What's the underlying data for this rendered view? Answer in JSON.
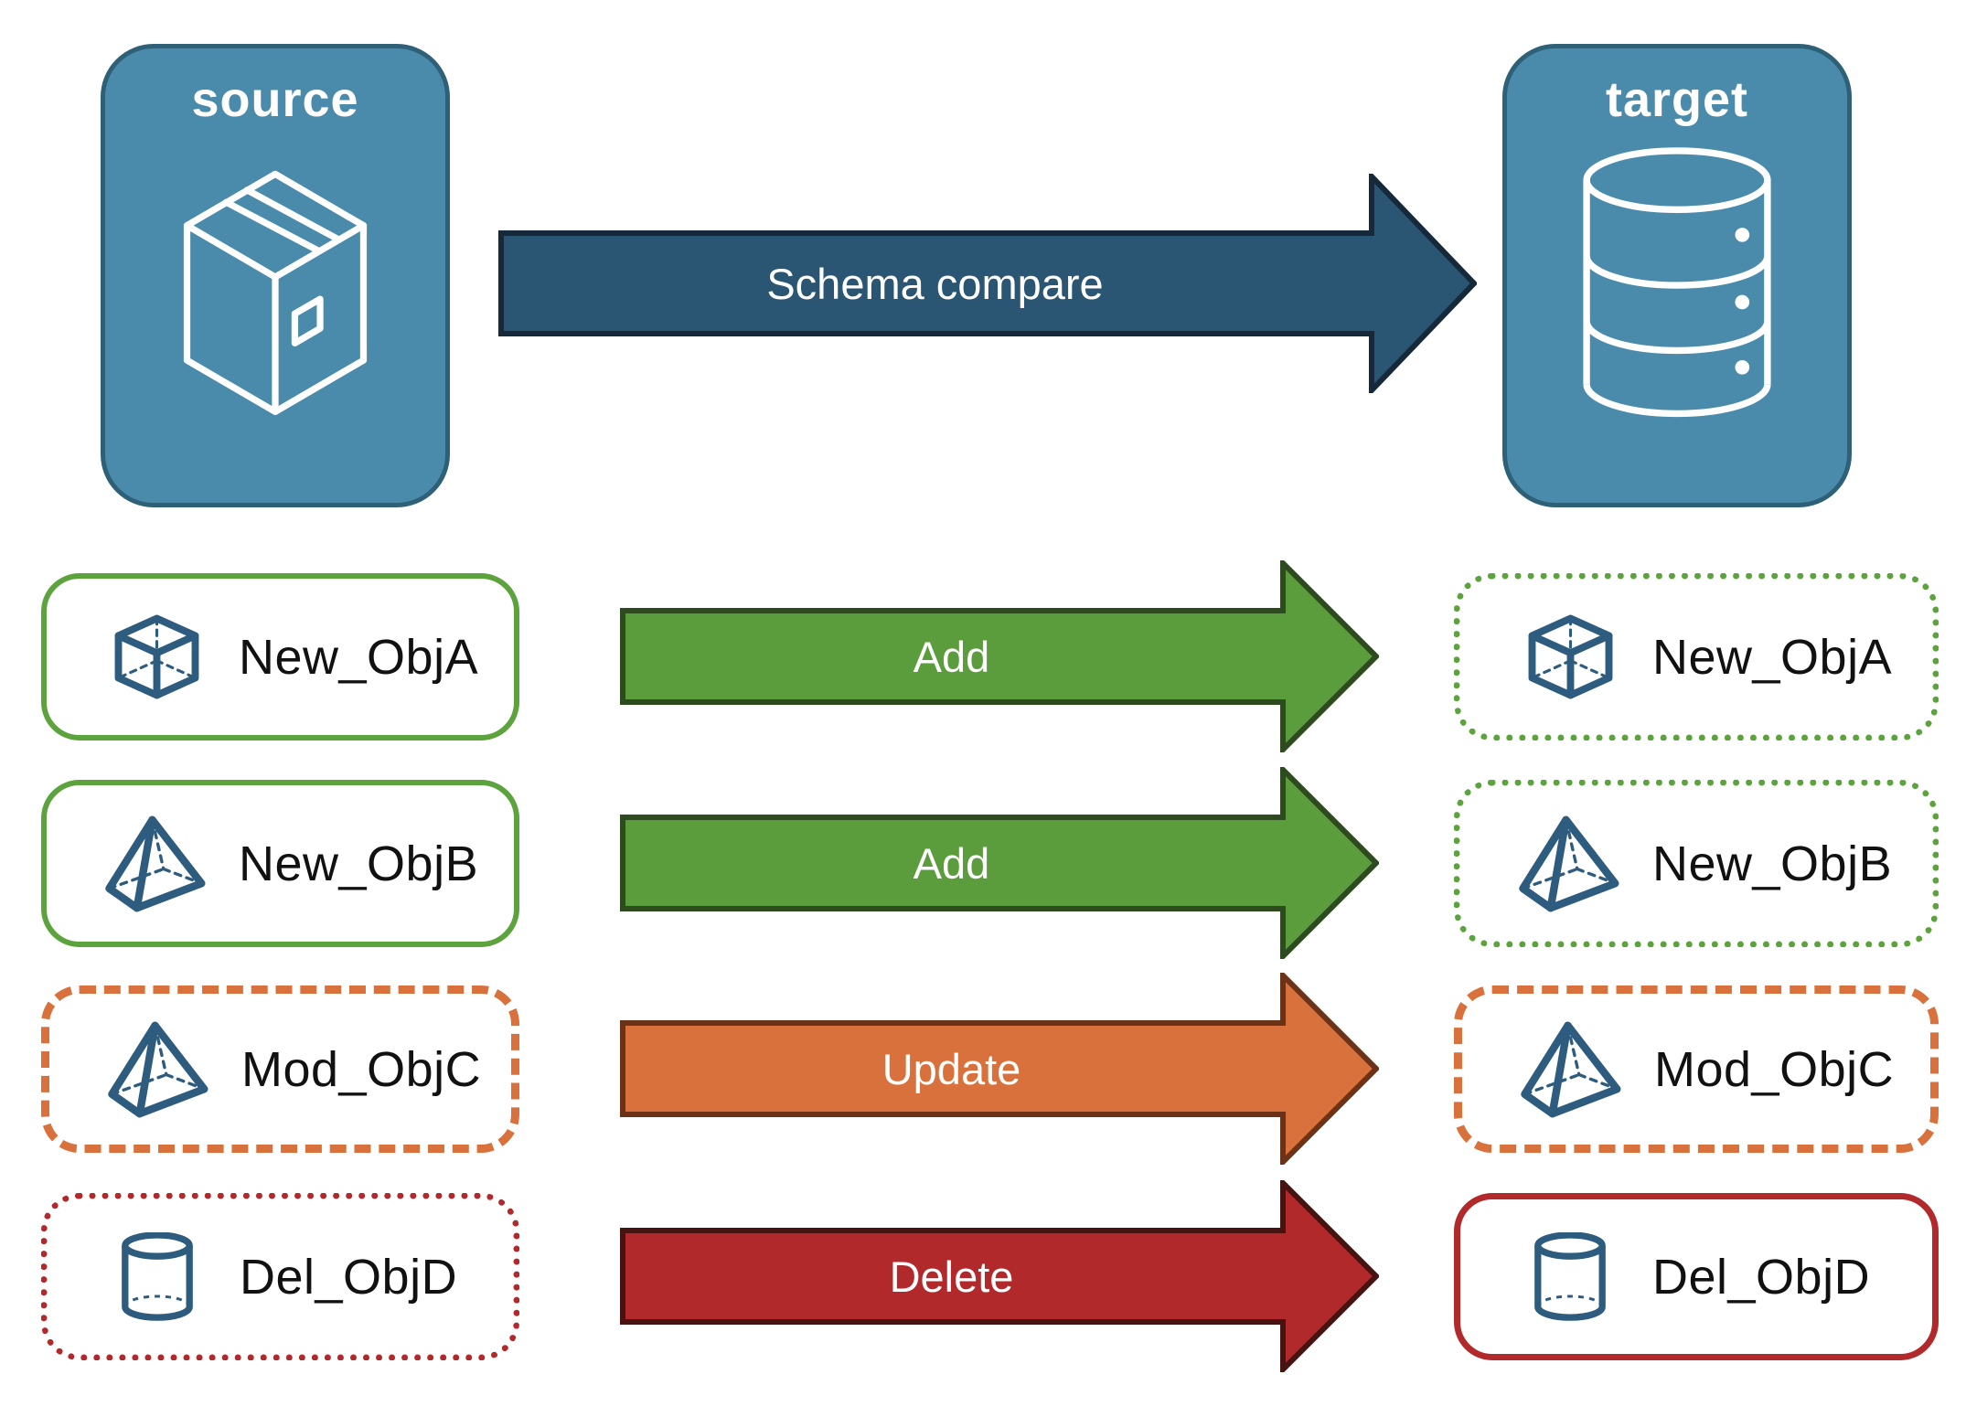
{
  "nodes": {
    "source_label": "source",
    "target_label": "target",
    "compare_arrow_label": "Schema compare"
  },
  "rows": [
    {
      "object_name": "New_ObjA",
      "action_label": "Add",
      "object_icon": "cube-icon",
      "source_box_border": "green-solid",
      "target_box_border": "green-dotted"
    },
    {
      "object_name": "New_ObjB",
      "action_label": "Add",
      "object_icon": "pyramid-icon",
      "source_box_border": "green-solid",
      "target_box_border": "green-dotted"
    },
    {
      "object_name": "Mod_ObjC",
      "action_label": "Update",
      "object_icon": "pyramid-icon",
      "source_box_border": "orange-dashed",
      "target_box_border": "orange-dashed"
    },
    {
      "object_name": "Del_ObjD",
      "action_label": "Delete",
      "object_icon": "cylinder-icon",
      "source_box_border": "red-dotted",
      "target_box_border": "red-solid"
    }
  ],
  "colors": {
    "node_fill": "#4A8BAB",
    "node_border": "#2E6077",
    "compare_arrow_fill": "#2A5674",
    "compare_arrow_stroke": "#15293B",
    "add_arrow_fill": "#5B9D3C",
    "add_arrow_stroke": "#2D4B1E",
    "update_arrow_fill": "#D8713B",
    "update_arrow_stroke": "#6B3217",
    "delete_arrow_fill": "#B1292B",
    "delete_arrow_stroke": "#471310",
    "added_border": "#5CA23D",
    "modified_border": "#D8713B",
    "deleted_border": "#B1292B",
    "object_icon_color": "#2E5C7E",
    "node_icon_color": "#FFFFFF",
    "arrow_text_color": "#FFFFFF",
    "object_text_color": "#111111"
  }
}
